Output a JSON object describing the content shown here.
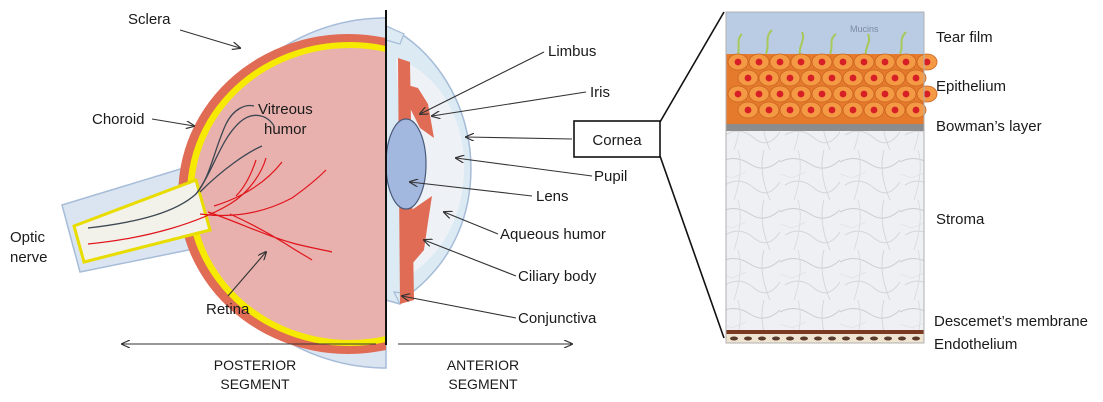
{
  "eye": {
    "labels": {
      "sclera": "Sclera",
      "choroid": "Choroid",
      "vitreous_line1": "Vitreous",
      "vitreous_line2": "humor",
      "optic_line1": "Optic",
      "optic_line2": "nerve",
      "retina": "Retina",
      "limbus": "Limbus",
      "iris": "Iris",
      "cornea": "Cornea",
      "pupil": "Pupil",
      "lens": "Lens",
      "aqueous": "Aqueous humor",
      "ciliary": "Ciliary body",
      "conjunctiva": "Conjunctiva"
    },
    "segments": {
      "posterior_line1": "POSTERIOR",
      "posterior_line2": "SEGMENT",
      "anterior_line1": "ANTERIOR",
      "anterior_line2": "SEGMENT"
    }
  },
  "cornea_layers": {
    "mucins": "Mucins",
    "tear_film": "Tear film",
    "epithelium": "Epithelium",
    "bowman": "Bowman’s layer",
    "stroma": "Stroma",
    "descemet": "Descemet’s membrane",
    "endothelium": "Endothelium"
  },
  "colors": {
    "sclera": "#dbe5f1",
    "sclera_stroke": "#a6bcd8",
    "choroid": "#e06c55",
    "retina": "#f5ea00",
    "vitreous": "#e9b1ae",
    "lens": "#a3b8df",
    "tear_film": "#b9cce4",
    "epithelium": "#f08a3a",
    "nucleus": "#d71f26"
  }
}
